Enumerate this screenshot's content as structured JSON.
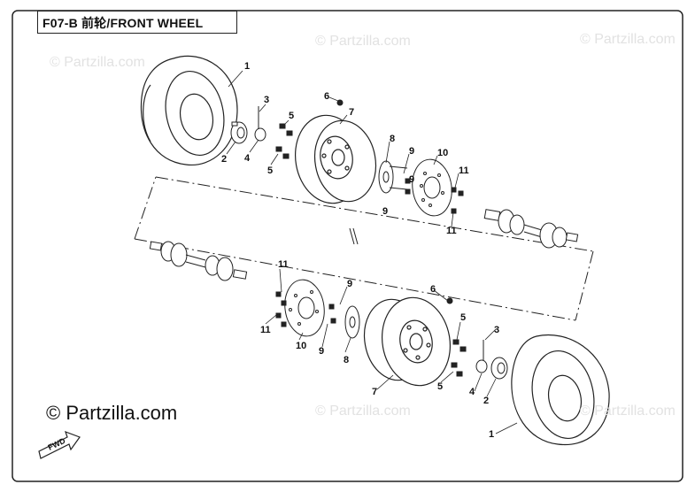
{
  "title": "F07-B 前轮/FRONT WHEEL",
  "watermark": "© Partzilla.com",
  "brand": "© Partzilla.com",
  "fwd_label": "FWD",
  "callouts": [
    "1",
    "2",
    "3",
    "4",
    "5",
    "5",
    "6",
    "7",
    "8",
    "9",
    "9",
    "9",
    "10",
    "11",
    "11",
    "11",
    "11",
    "10",
    "9",
    "9",
    "8",
    "6",
    "7",
    "5",
    "5",
    "3",
    "4",
    "2",
    "1"
  ],
  "colors": {
    "line": "#222222",
    "watermark": "#e2e2e2",
    "tire_shade": "#f4f4f4"
  }
}
